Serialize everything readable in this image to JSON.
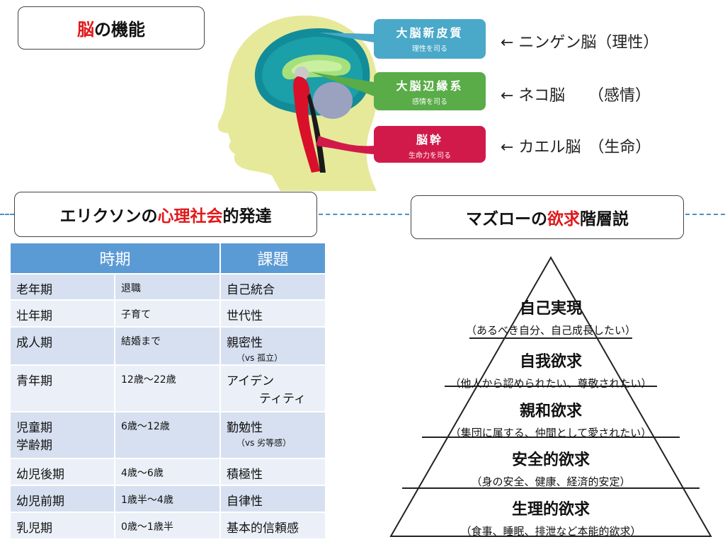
{
  "brain": {
    "title_red": "脳",
    "title_rest": "の機能",
    "tags": [
      {
        "main": "大脳新皮質",
        "sub": "理性を司る",
        "note": "← ニンゲン脳（理性）"
      },
      {
        "main": "大脳辺縁系",
        "sub": "感情を司る",
        "note": "← ネコ脳　　（感情）"
      },
      {
        "main": "脳幹",
        "sub": "生命力を司る",
        "note": "← カエル脳　（生命）"
      }
    ]
  },
  "erikson": {
    "title_pre": "エリクソンの",
    "title_red": "心理社会",
    "title_post": "的発達",
    "headers": [
      "時期",
      "課題"
    ],
    "rows": [
      {
        "stage": "老年期",
        "age": "退職",
        "task": "自己統合",
        "note": ""
      },
      {
        "stage": "壮年期",
        "age": "子育て",
        "task": "世代性",
        "note": ""
      },
      {
        "stage": "成人期",
        "age": "結婚まで",
        "task": "親密性",
        "note": "（vs 孤立）"
      },
      {
        "stage": "青年期",
        "age": "12歳〜22歳",
        "task": "アイデン",
        "task2": "ティティ",
        "note": ""
      },
      {
        "stage": "児童期",
        "stage2": "学齢期",
        "age": "6歳〜12歳",
        "task": "勤勉性",
        "note": "（vs 劣等感）"
      },
      {
        "stage": "幼児後期",
        "age": "4歳〜6歳",
        "task": "積極性",
        "note": ""
      },
      {
        "stage": "幼児前期",
        "age": "1歳半〜4歳",
        "task": "自律性",
        "note": ""
      },
      {
        "stage": "乳児期",
        "age": "0歳〜1歳半",
        "task": "基本的信頼感",
        "note": ""
      }
    ]
  },
  "maslow": {
    "title_pre": "マズローの",
    "title_red": "欲求",
    "title_post": "階層説",
    "levels": [
      {
        "head": "自己実現",
        "desc": "（あるべき自分、自己成長したい）"
      },
      {
        "head": "自我欲求",
        "desc": "（他人から認められたい、尊敬されたい）"
      },
      {
        "head": "親和欲求",
        "desc": "（集団に属する、仲間として愛されたい）"
      },
      {
        "head": "安全的欲求",
        "desc": "（身の安全、健康、経済的安定）"
      },
      {
        "head": "生理的欲求",
        "desc": "（食事、睡眠、排泄など本能的欲求）"
      }
    ]
  },
  "colors": {
    "accent_red": "#e0191b",
    "table_header": "#5b9bd5",
    "cortex": "#4aa8c9",
    "limbic": "#59ac47",
    "stem": "#d11a4a",
    "dash": "#4a90c8"
  }
}
